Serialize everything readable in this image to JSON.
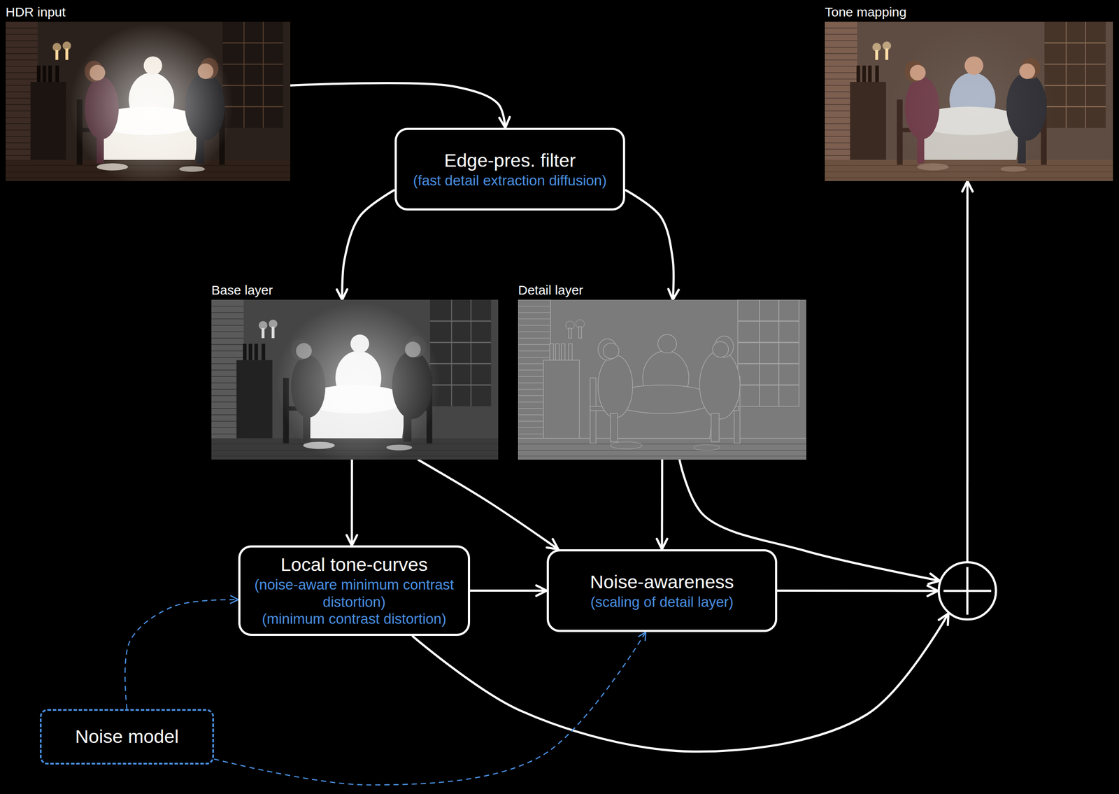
{
  "diagram": {
    "nodes": [
      {
        "text": [
          "HDR input"
        ]
      },
      {
        "text": [
          "Tone mapping"
        ]
      },
      {
        "text": [
          "Edge-pres. filter",
          "(fast detail extraction diffusion)"
        ]
      },
      {
        "text": [
          "Base layer"
        ]
      },
      {
        "text": [
          "Detail layer"
        ]
      },
      {
        "text": [
          "Local tone-curves",
          "(noise-aware minimum contrast distortion)",
          "(minimum contrast distortion)"
        ]
      },
      {
        "text": [
          "Noise-awareness",
          "(scaling of detail layer)"
        ]
      },
      {
        "text": []
      },
      {
        "text": [
          "Noise model"
        ]
      }
    ],
    "edges": [
      {
        "from": 0,
        "to": 2,
        "arrow": "to"
      },
      {
        "from": 2,
        "to": 3,
        "arrow": "to"
      },
      {
        "from": 2,
        "to": 4,
        "arrow": "to"
      },
      {
        "from": 3,
        "to": 5,
        "arrow": "to"
      },
      {
        "from": 3,
        "to": 6,
        "arrow": "to"
      },
      {
        "from": 4,
        "to": 6,
        "arrow": "to"
      },
      {
        "from": 4,
        "to": 7,
        "arrow": "to"
      },
      {
        "from": 5,
        "to": 6,
        "arrow": "to"
      },
      {
        "from": 5,
        "to": 7,
        "arrow": "to"
      },
      {
        "from": 6,
        "to": 7,
        "arrow": "to"
      },
      {
        "from": 7,
        "to": 1,
        "arrow": "to"
      },
      {
        "from": 8,
        "to": 5,
        "arrow": "to"
      },
      {
        "from": 8,
        "to": 6,
        "arrow": "to"
      }
    ]
  }
}
